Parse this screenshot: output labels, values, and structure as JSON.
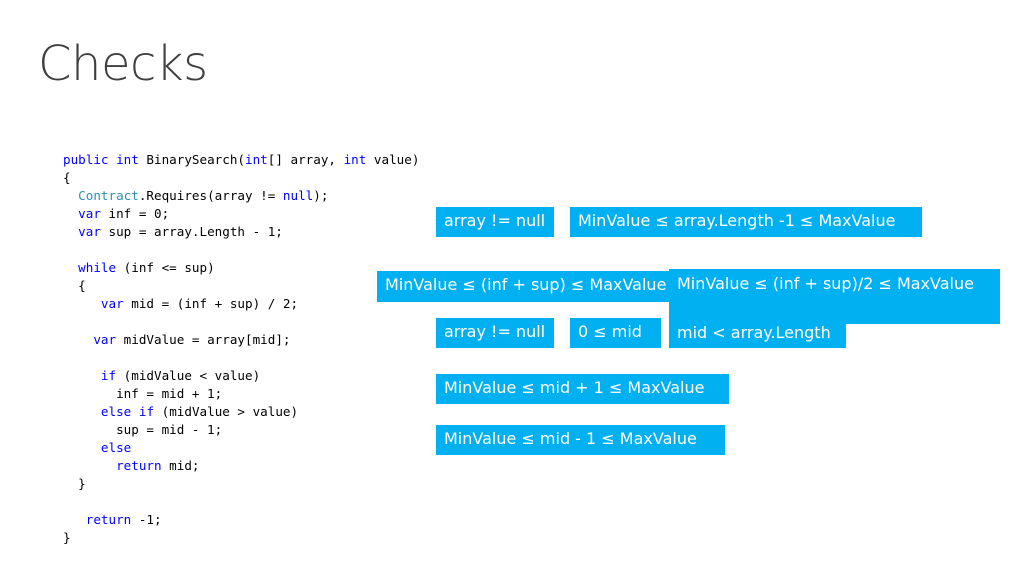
{
  "slide": {
    "title": "Checks"
  },
  "code": {
    "lines": [
      [
        {
          "t": "public",
          "c": "kw"
        },
        {
          "t": " "
        },
        {
          "t": "int",
          "c": "kw"
        },
        {
          "t": " BinarySearch("
        },
        {
          "t": "int",
          "c": "kw"
        },
        {
          "t": "[] array, "
        },
        {
          "t": "int",
          "c": "kw"
        },
        {
          "t": " value)"
        }
      ],
      [
        {
          "t": "{"
        }
      ],
      [
        {
          "t": "  "
        },
        {
          "t": "Contract",
          "c": "ty"
        },
        {
          "t": ".Requires(array != "
        },
        {
          "t": "null",
          "c": "kw"
        },
        {
          "t": ");"
        }
      ],
      [
        {
          "t": "  "
        },
        {
          "t": "var",
          "c": "kw"
        },
        {
          "t": " inf = 0;"
        }
      ],
      [
        {
          "t": "  "
        },
        {
          "t": "var",
          "c": "kw"
        },
        {
          "t": " sup = array.Length - 1;"
        }
      ],
      [
        {
          "t": ""
        }
      ],
      [
        {
          "t": "  "
        },
        {
          "t": "while",
          "c": "kw"
        },
        {
          "t": " (inf <= sup)"
        }
      ],
      [
        {
          "t": "  {"
        }
      ],
      [
        {
          "t": "     "
        },
        {
          "t": "var",
          "c": "kw"
        },
        {
          "t": " mid = (inf + sup) / 2;"
        }
      ],
      [
        {
          "t": ""
        }
      ],
      [
        {
          "t": "    "
        },
        {
          "t": "var",
          "c": "kw"
        },
        {
          "t": " midValue = array[mid];"
        }
      ],
      [
        {
          "t": ""
        }
      ],
      [
        {
          "t": "     "
        },
        {
          "t": "if",
          "c": "kw"
        },
        {
          "t": " (midValue < value)"
        }
      ],
      [
        {
          "t": "       inf = mid + 1;"
        }
      ],
      [
        {
          "t": "     "
        },
        {
          "t": "else",
          "c": "kw"
        },
        {
          "t": " "
        },
        {
          "t": "if",
          "c": "kw"
        },
        {
          "t": " (midValue > value)"
        }
      ],
      [
        {
          "t": "       sup = mid - 1;"
        }
      ],
      [
        {
          "t": "     "
        },
        {
          "t": "else",
          "c": "kw"
        }
      ],
      [
        {
          "t": "       "
        },
        {
          "t": "return",
          "c": "kw"
        },
        {
          "t": " mid;"
        }
      ],
      [
        {
          "t": "  }"
        }
      ],
      [
        {
          "t": ""
        }
      ],
      [
        {
          "t": "   "
        },
        {
          "t": "return",
          "c": "kw"
        },
        {
          "t": " -1;"
        }
      ],
      [
        {
          "t": "}"
        }
      ]
    ]
  },
  "callouts": {
    "array_not_null_1": "array != null",
    "length_range": "MinValue ≤ array.Length -1 ≤ MaxValue",
    "inf_sup_range": "MinValue ≤ (inf + sup) ≤ MaxValue",
    "half_range": "MinValue ≤ (inf + sup)/2 ≤ MaxValue",
    "mid_lt_length": "mid < array.Length",
    "array_not_null_2": "array != null",
    "zero_le_mid": "0 ≤ mid",
    "mid_plus_range": "MinValue ≤ mid + 1 ≤ MaxValue",
    "mid_minus_range": "MinValue ≤ mid - 1 ≤ MaxValue"
  }
}
